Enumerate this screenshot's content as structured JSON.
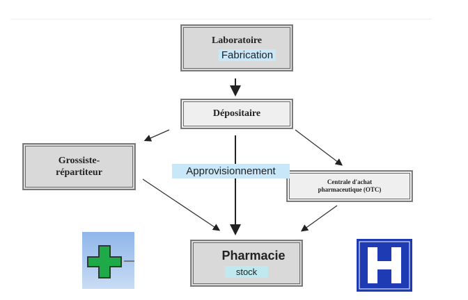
{
  "nodes": {
    "laboratoire": {
      "title": "Laboratoire",
      "tag": "Fabrication"
    },
    "depositaire": {
      "title": "Dépositaire"
    },
    "grossiste": {
      "line1": "Grossiste-",
      "line2": "répartiteur"
    },
    "centrale": {
      "line1": "Centrale d'achat",
      "line2": "pharmaceutique (OTC)"
    },
    "pharmacie": {
      "title": "Pharmacie",
      "tag": "stock"
    }
  },
  "labels": {
    "approvisionnement": "Approvisionnement"
  },
  "icons": {
    "pharmacy_cross": "green-cross-icon",
    "hospital": "hospital-h-icon"
  },
  "colors": {
    "highlight": "#c8e8fa",
    "cross": "#1faa4a",
    "hospital": "#1f3bb3"
  }
}
